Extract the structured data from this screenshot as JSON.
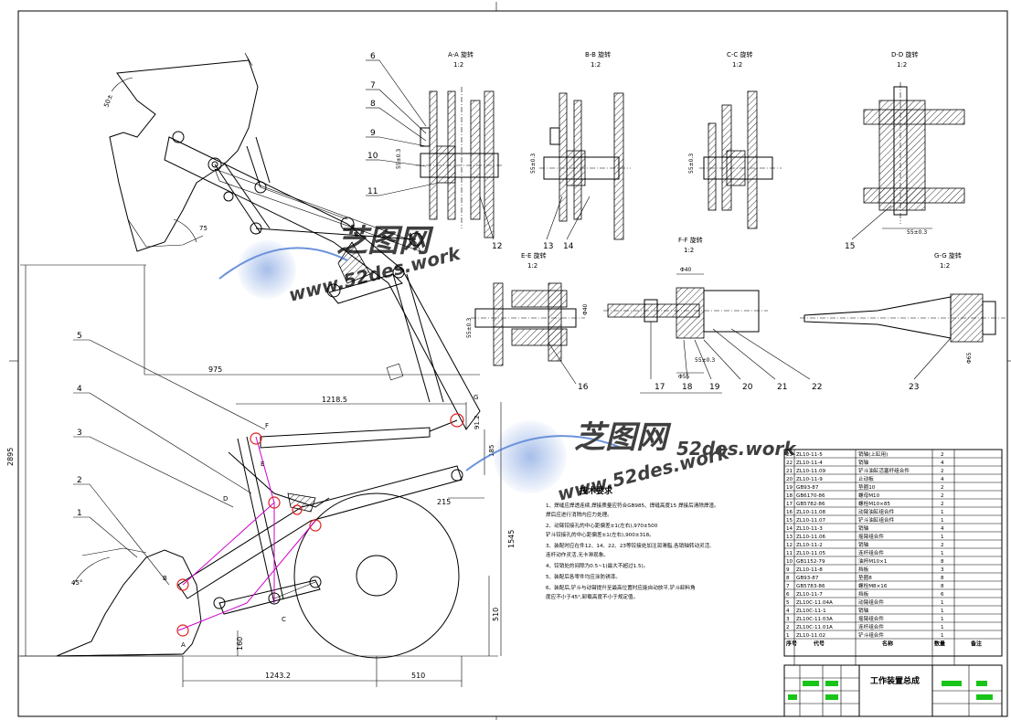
{
  "watermark": {
    "brand": "芝图网",
    "url": "www.52des.work",
    "url_short": "52des.work",
    "color": "#3a6fd0"
  },
  "section_views": [
    {
      "title": "A-A 旋转",
      "scale": "1:2"
    },
    {
      "title": "B-B 旋转",
      "scale": "1:2"
    },
    {
      "title": "C-C 旋转",
      "scale": "1:2"
    },
    {
      "title": "D-D 旋转",
      "scale": "1:2"
    },
    {
      "title": "E-E 旋转",
      "scale": "1:2"
    },
    {
      "title": "F-F 旋转",
      "scale": "1:2"
    },
    {
      "title": "G-G 旋转",
      "scale": "1:2"
    }
  ],
  "callouts_top": [
    "6",
    "7",
    "8",
    "9",
    "10",
    "11",
    "12",
    "13",
    "14",
    "15"
  ],
  "callouts_mid": [
    "16",
    "17",
    "18",
    "19",
    "20",
    "21",
    "22",
    "23"
  ],
  "callouts_left": [
    "5",
    "4",
    "3",
    "2",
    "1"
  ],
  "dimensions": {
    "d975": "975",
    "d1218": "1218.5",
    "d2895": "2895",
    "d1545": "1545",
    "d510v": "510",
    "d160": "160",
    "d1243": "1243.2",
    "d510h": "510",
    "d215": "215",
    "d185": "185",
    "d912": "91.2",
    "d50": "50±",
    "d75": "75",
    "d45": "45°",
    "d55a": "55±0.3",
    "d55b": "55±0.3",
    "d55c": "55±0.3",
    "d55d": "55±0.3",
    "d55e": "55±0.3",
    "d55f": "55±0.3",
    "d40a": "Φ40",
    "d40b": "Φ40",
    "d55g": "Φ55",
    "d65": "Φ65"
  },
  "point_labels": [
    "A",
    "B",
    "C",
    "D",
    "E",
    "F",
    "G"
  ],
  "tech": {
    "title": "技术要求",
    "items": [
      "1、焊缝应焊透连续,焊接质量应符合GB985、焊缝高度15 焊接后清除焊渣。",
      "   焊后应进行消除内应力处理。",
      "2、动臂铰接孔的中心距偏差±1(左右),970±500",
      "   铲斗铰接孔的中心距偏差±1(左右),900±318。",
      "3、装配时应在件12、14、22、23等铰接处加注润滑脂,各销轴转动灵活,",
      "   连杆动作灵活,无卡滞现象。",
      "4、铰销处的间隙为0.5~1(最大不超过1.5)。",
      "5、装配后各零件均应涂防锈漆。",
      "6、装配后,铲斗与动臂提升至最高位置时应能自动放平,铲斗卸料角",
      "   度应不小于45°,卸载高度不小于规定值。"
    ]
  },
  "bom": {
    "rows": [
      {
        "no": "23",
        "code": "ZL10-11-5",
        "name": "销轴(上缸用)",
        "qty": "2"
      },
      {
        "no": "22",
        "code": "ZL10-11-4",
        "name": "销轴",
        "qty": "4"
      },
      {
        "no": "21",
        "code": "ZL10-11.09",
        "name": "铲斗油缸活塞杆组合件",
        "qty": "2"
      },
      {
        "no": "20",
        "code": "ZL10-11-9",
        "name": "止动板",
        "qty": "4"
      },
      {
        "no": "19",
        "code": "GB93-87",
        "name": "垫圈10",
        "qty": "2"
      },
      {
        "no": "18",
        "code": "GB6170-86",
        "name": "螺母M10",
        "qty": "2"
      },
      {
        "no": "17",
        "code": "GB5782-86",
        "name": "螺栓M10×85",
        "qty": "2"
      },
      {
        "no": "16",
        "code": "ZL10-11.08",
        "name": "动臂油缸组合件",
        "qty": "1"
      },
      {
        "no": "15",
        "code": "ZL10-11.07",
        "name": "铲斗油缸组合件",
        "qty": "1"
      },
      {
        "no": "14",
        "code": "ZL10-11-3",
        "name": "销轴",
        "qty": "4"
      },
      {
        "no": "13",
        "code": "ZL10-11.06",
        "name": "摇臂组合件",
        "qty": "1"
      },
      {
        "no": "12",
        "code": "ZL10-11-2",
        "name": "销轴",
        "qty": "2"
      },
      {
        "no": "11",
        "code": "ZL10-11.05",
        "name": "连杆组合件",
        "qty": "1"
      },
      {
        "no": "10",
        "code": "GB1152-79",
        "name": "油杯M10×1",
        "qty": "8"
      },
      {
        "no": "9",
        "code": "ZL10-11-8",
        "name": "挡板",
        "qty": "3"
      },
      {
        "no": "8",
        "code": "GB93-87",
        "name": "垫圈8",
        "qty": "8"
      },
      {
        "no": "7",
        "code": "GB5783-86",
        "name": "螺栓M8×16",
        "qty": "8"
      },
      {
        "no": "6",
        "code": "ZL10-11-7",
        "name": "挡板",
        "qty": "6"
      },
      {
        "no": "5",
        "code": "ZL10C-11.04A",
        "name": "动臂组合件",
        "qty": "1"
      },
      {
        "no": "4",
        "code": "ZL10C-11-1",
        "name": "销轴",
        "qty": "1"
      },
      {
        "no": "3",
        "code": "ZL10C-11.03A",
        "name": "摇臂组合件",
        "qty": "1"
      },
      {
        "no": "2",
        "code": "ZL10C-11.01A",
        "name": "连杆组合件",
        "qty": "1"
      },
      {
        "no": "1",
        "code": "ZL10-11.02",
        "name": "铲斗组合件",
        "qty": "1"
      }
    ],
    "headers": {
      "no": "序号",
      "code": "代号",
      "name": "名称",
      "qty": "数量",
      "remark": "备注"
    }
  },
  "title_block": {
    "drawing_name": "工作装置总成"
  },
  "accent_green": "#19c419"
}
